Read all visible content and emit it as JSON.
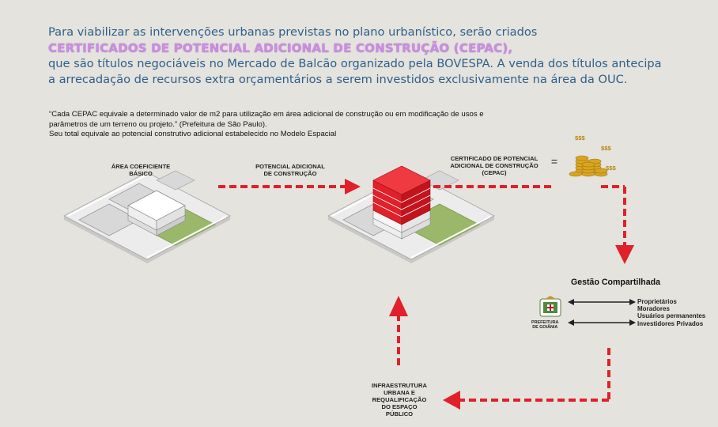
{
  "intro": {
    "line1": "Para viabilizar as intervenções urbanas previstas no plano urbanístico, serão criados",
    "highlight": "CERTIFICADOS DE POTENCIAL ADICIONAL DE CONSTRUÇÃO (CEPAC),",
    "line3": "que são títulos negociáveis no Mercado de Balcão organizado pela BOVESPA. A venda dos títulos antecipa",
    "line4": "a arrecadação de recursos extra orçamentários a serem investidos exclusivamente na área da OUC."
  },
  "quote": {
    "line1": "“Cada CEPAC equivale a determinado valor de m2 para utilização em área adicional de construção ou em modificação de usos e",
    "line2": "parâmetros de um terreno ou projeto.” (Prefeitura de São Paulo).",
    "line3": "Seu total equivale ao potencial construtivo adicional estabelecido no Modelo Espacial"
  },
  "labels": {
    "basic_area_1": "ÁREA COEFICIENTE",
    "basic_area_2": "BÁSICO",
    "additional_1": "POTENCIAL ADICIONAL",
    "additional_2": "DE CONSTRUÇÃO",
    "cert_1": "CERTIFICADO DE POTENCIAL",
    "cert_2": "ADICIONAL DE CONSTRUÇÃO",
    "cert_3": "(CEPAC)",
    "equals": "=",
    "currency": "$$$",
    "infra_1": "INFRAESTRUTURA",
    "infra_2": "URBANA E",
    "infra_3": "REQUALIFICAÇÃO",
    "infra_4": "DO ESPAÇO",
    "infra_5": "PÚBLICO"
  },
  "management": {
    "title": "Gestão Compartilhada",
    "actors": [
      "Proprietários",
      "Moradores",
      "Usuários permanentes",
      "Investidores Privados"
    ],
    "logo_line1": "PREFEITURA",
    "logo_line2": "DE GOIÂNIA"
  },
  "colors": {
    "intro_text": "#2d5f8a",
    "highlight": "#c98ee3",
    "arrow_red": "#e0202a",
    "lawn": "#9bb86a",
    "coin": "#d9a520"
  }
}
